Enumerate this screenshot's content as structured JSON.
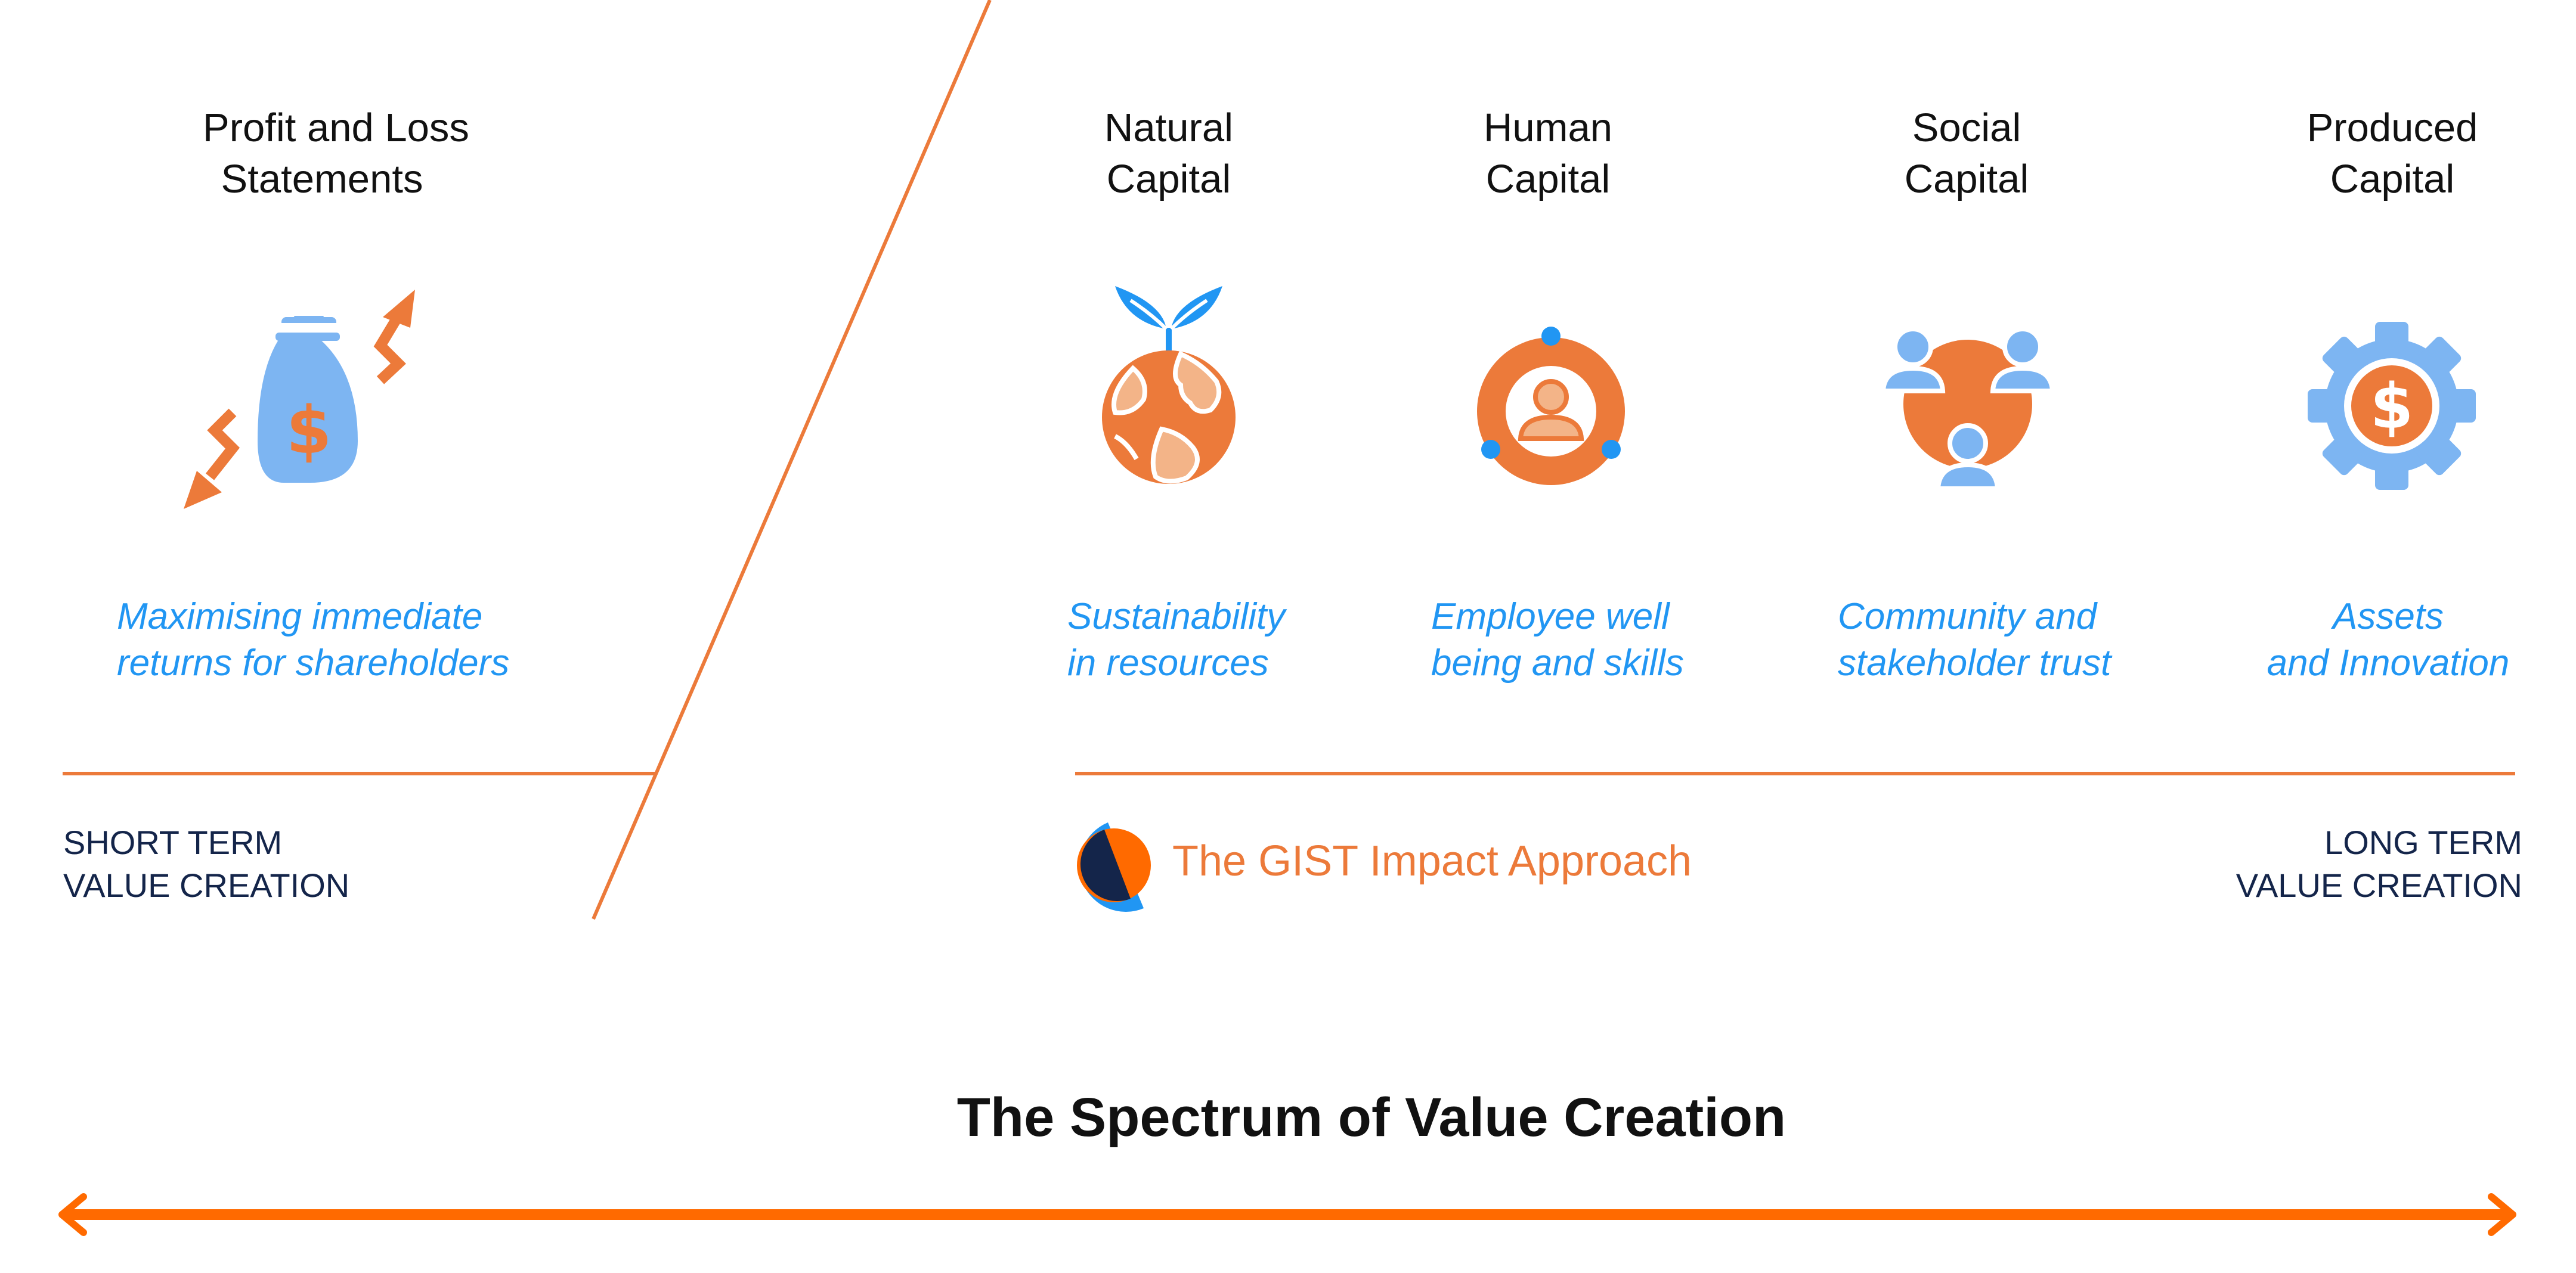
{
  "colors": {
    "orange": "#EC7A3A",
    "bright_orange": "#FF6A00",
    "light_blue": "#7DB5F2",
    "blue": "#2196F3",
    "navy": "#14254a",
    "light_orange": "#F3B488"
  },
  "profit_loss": {
    "heading": [
      "Profit and Loss",
      "Statements"
    ],
    "caption": [
      "Maximising immediate",
      "returns for shareholders"
    ],
    "icon": "money-bag-icon"
  },
  "capitals": [
    {
      "heading": [
        "Natural",
        "Capital"
      ],
      "caption": [
        "Sustainability",
        "in resources"
      ],
      "icon": "sprouting-globe-icon"
    },
    {
      "heading": [
        "Human",
        "Capital"
      ],
      "caption": [
        "Employee well",
        "being and skills"
      ],
      "icon": "person-ring-icon"
    },
    {
      "heading": [
        "Social",
        "Capital"
      ],
      "caption": [
        "Community and",
        "stakeholder trust"
      ],
      "icon": "community-people-icon"
    },
    {
      "heading": [
        "Produced",
        "Capital"
      ],
      "caption": [
        "Assets",
        "and Innovation"
      ],
      "icon": "gear-dollar-icon"
    }
  ],
  "short_term": [
    "SHORT TERM",
    "VALUE CREATION"
  ],
  "long_term": [
    "LONG TERM",
    "VALUE CREATION"
  ],
  "brand": {
    "text": "The GIST Impact Approach",
    "icon": "gist-logo-icon"
  },
  "title": "The Spectrum of Value Creation"
}
